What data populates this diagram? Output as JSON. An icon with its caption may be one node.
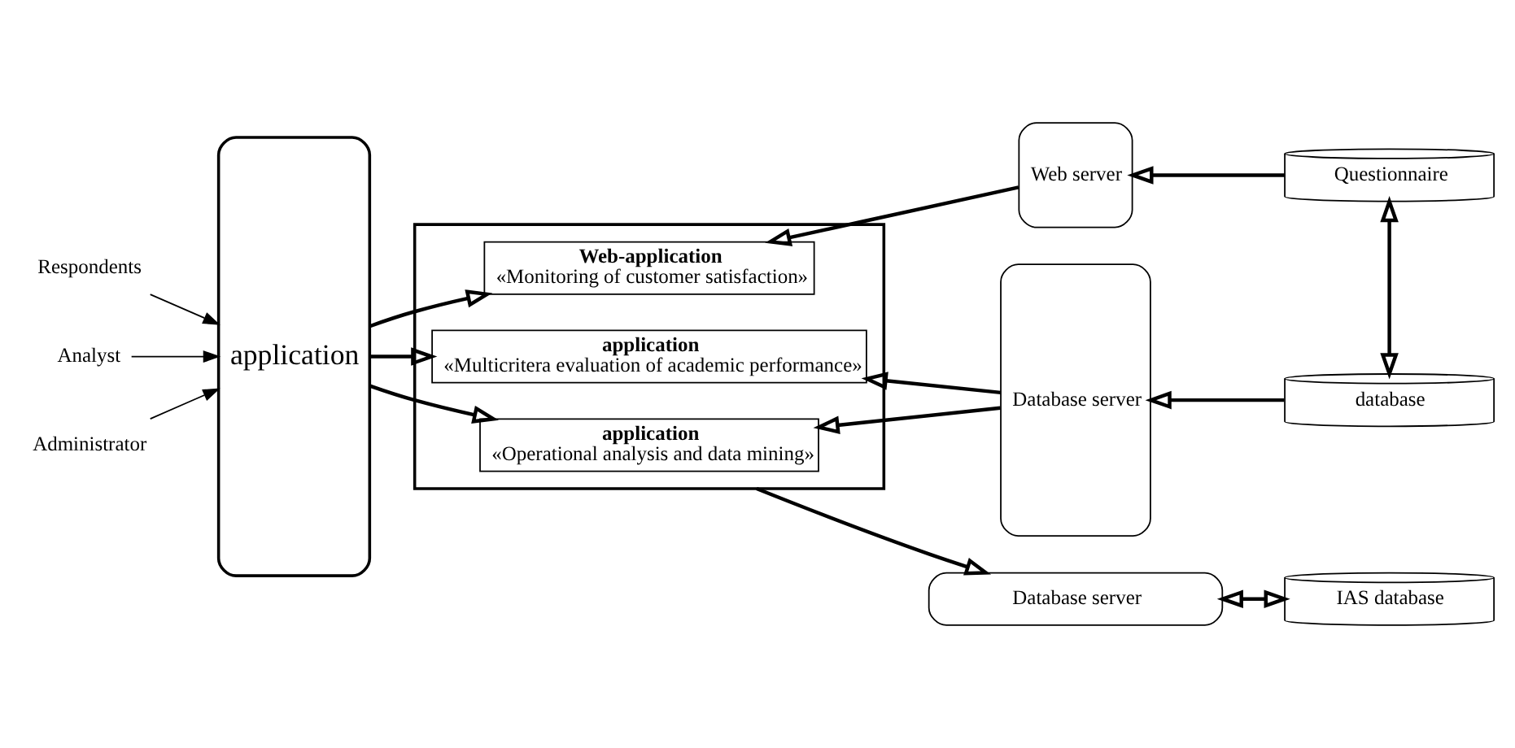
{
  "diagram": {
    "nodes": [
      {
        "text": [
          "Respondents"
        ]
      },
      {
        "text": [
          "Analyst"
        ]
      },
      {
        "text": [
          "Administrator"
        ]
      },
      {
        "text": [
          "application"
        ]
      },
      {
        "text": [],
        "shape": "box"
      },
      {
        "text": [
          "Web-application",
          "«Monitoring of customer satisfaction»"
        ],
        "in": 4
      },
      {
        "text": [
          "application",
          "«Operational analysis and data mining»"
        ],
        "in": 4
      },
      {
        "text": [
          "application",
          "«Multicritera evaluation of academic performance»"
        ],
        "in": 4
      },
      {
        "text": [
          "Web server"
        ]
      },
      {
        "text": [
          "Database server"
        ]
      },
      {
        "text": [
          "Questionnaire"
        ]
      },
      {
        "text": [
          "database"
        ]
      },
      {
        "text": [
          "Database server"
        ]
      },
      {
        "text": [
          "IAS database"
        ]
      }
    ],
    "edges": [
      {
        "from": 0,
        "to": 3,
        "arrow": "to"
      },
      {
        "from": 1,
        "to": 3,
        "arrow": "to"
      },
      {
        "from": 2,
        "to": 3,
        "arrow": "to"
      },
      {
        "from": 3,
        "to": 5,
        "arrow": "to"
      },
      {
        "from": 3,
        "to": 6,
        "arrow": "to"
      },
      {
        "from": 3,
        "to": 7,
        "arrow": "to"
      },
      {
        "from": 8,
        "to": 5,
        "arrow": "to"
      },
      {
        "from": 9,
        "to": 6,
        "arrow": "to"
      },
      {
        "from": 9,
        "to": 7,
        "arrow": "to"
      },
      {
        "from": 10,
        "to": 8,
        "arrow": "to"
      },
      {
        "from": 11,
        "to": 9,
        "arrow": "to"
      },
      {
        "from": 10,
        "to": 11,
        "arrow": "both"
      },
      {
        "from": 4,
        "to": 12,
        "arrow": "to"
      },
      {
        "from": 12,
        "to": 13,
        "arrow": "both"
      }
    ]
  }
}
